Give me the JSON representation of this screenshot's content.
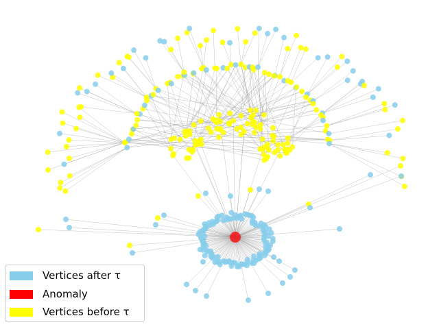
{
  "colors": {
    "after": "#87CEEB",
    "anomaly": "#FF0000",
    "before": "#FFFF00",
    "edge": "#999999"
  },
  "legend": {
    "items": [
      {
        "label": "Vertices after τ",
        "color_key": "after"
      },
      {
        "label": "Anomaly",
        "color_key": "anomaly"
      },
      {
        "label": "Vertices before τ",
        "color_key": "before"
      }
    ]
  }
}
